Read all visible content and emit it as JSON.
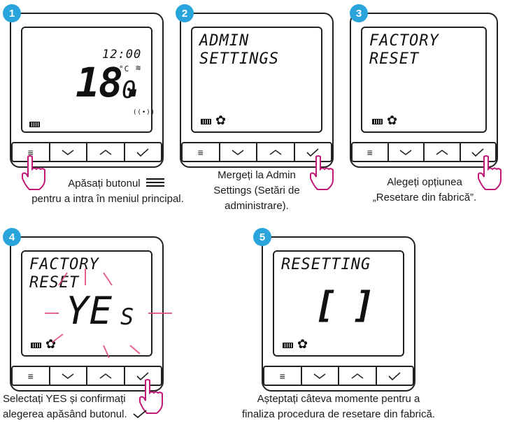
{
  "steps": [
    {
      "number": "1",
      "screen": {
        "time": "12:00",
        "temperature": "18.",
        "temp_decimal": "0",
        "unit": "°C"
      },
      "caption": {
        "line1": "Apăsați butonul",
        "line2": "pentru a intra în meniul principal."
      }
    },
    {
      "number": "2",
      "screen": {
        "line1": "ADMIN",
        "line2": "SETTINGS"
      },
      "caption": {
        "line1": "Mergeți la Admin",
        "line2": "Settings (Setări de",
        "line3": "administrare)."
      }
    },
    {
      "number": "3",
      "screen": {
        "line1": "FACTORY",
        "line2": "RESET"
      },
      "caption": {
        "line1": "Alegeți opțiunea",
        "line2": "„Resetare din fabrică”."
      }
    },
    {
      "number": "4",
      "screen": {
        "line1": "FACTORY",
        "line2": "RESET",
        "value_big": "YE",
        "value_small": "S"
      },
      "caption": {
        "line1": "Selectați YES și confirmați",
        "line2": "alegerea apăsând butonul."
      }
    },
    {
      "number": "5",
      "screen": {
        "line1": "RESETTING",
        "value": "[ ]"
      },
      "caption": {
        "line1": "Așteptați câteva momente pentru a",
        "line2": "finaliza procedura de resetare din fabrică."
      }
    }
  ],
  "colors": {
    "badge": "#29a5dc",
    "hand": "#c2187a",
    "flash": "#e0457b"
  },
  "icons": [
    "menu-icon",
    "chevron-down-icon",
    "chevron-up-icon",
    "checkmark-icon",
    "battery-icon",
    "gear-icon",
    "heating-icon",
    "wireless-icon",
    "hand-pointer-icon"
  ]
}
